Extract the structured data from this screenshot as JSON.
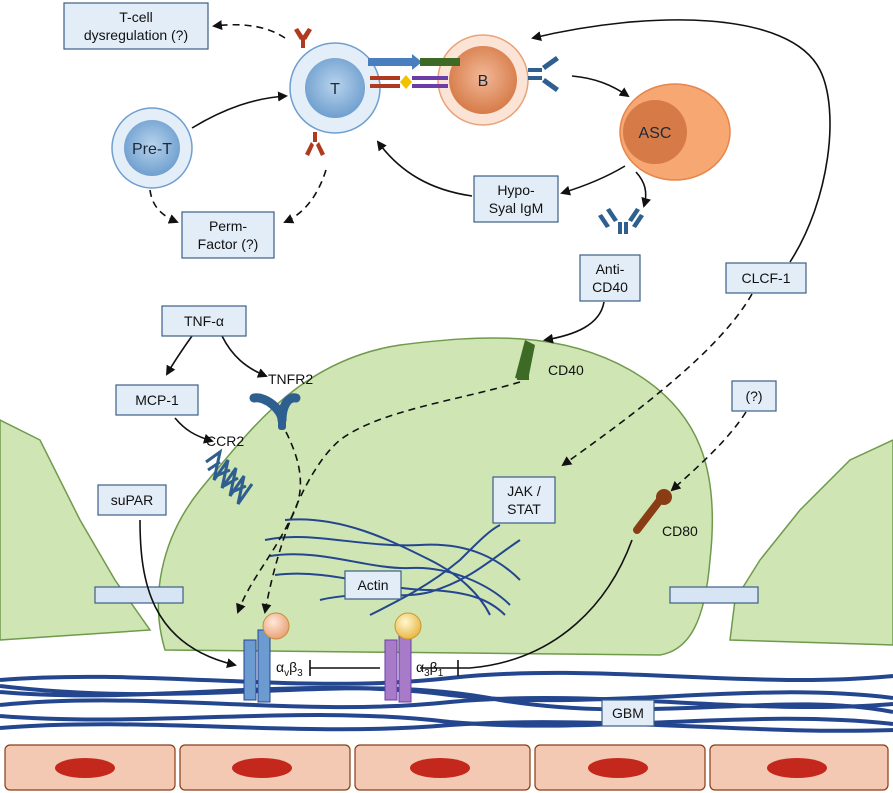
{
  "labels": {
    "t_cell_dysreg": [
      "T-cell",
      "dysregulation (?)"
    ],
    "pre_t": "Pre-T",
    "t": "T",
    "b": "B",
    "asc": "ASC",
    "perm_factor": [
      "Perm-",
      "Factor (?)"
    ],
    "hyposyal_igm": [
      "Hypo-",
      "Syal IgM"
    ],
    "anti_cd40": [
      "Anti-",
      "CD40"
    ],
    "clcf1": "CLCF-1",
    "tnf_alpha": "TNF-α",
    "mcp1": "MCP-1",
    "tnfr2": "TNFR2",
    "ccr2": "CCR2",
    "cd40": "CD40",
    "unknown": "(?)",
    "jak_stat": [
      "JAK /",
      "STAT"
    ],
    "cd80": "CD80",
    "supar": "suPAR",
    "actin": "Actin",
    "avb3": {
      "a": "α",
      "sa": "v",
      "b": "β",
      "sb": "3"
    },
    "a3b1": {
      "a": "α",
      "sa": "3",
      "b": "β",
      "sb": "1"
    },
    "gbm": "GBM"
  },
  "colors": {
    "podocyte": "#cfe5b4",
    "podocyte_stroke": "#6f9a4c",
    "box_fill": "#e3edf8",
    "box_stroke": "#3c5f86",
    "gbm_fiber": "#24468f",
    "endothelial": "#f3c9b3",
    "nucleus": "#c4281c",
    "receptor_blue": "#2f5f8f",
    "receptor_red": "#b03a1e",
    "cd40_green": "#3d6b25",
    "cd80_brown": "#8a3d15",
    "integrin_av": "#6b9bd1",
    "integrin_a3": "#a77bc8"
  }
}
